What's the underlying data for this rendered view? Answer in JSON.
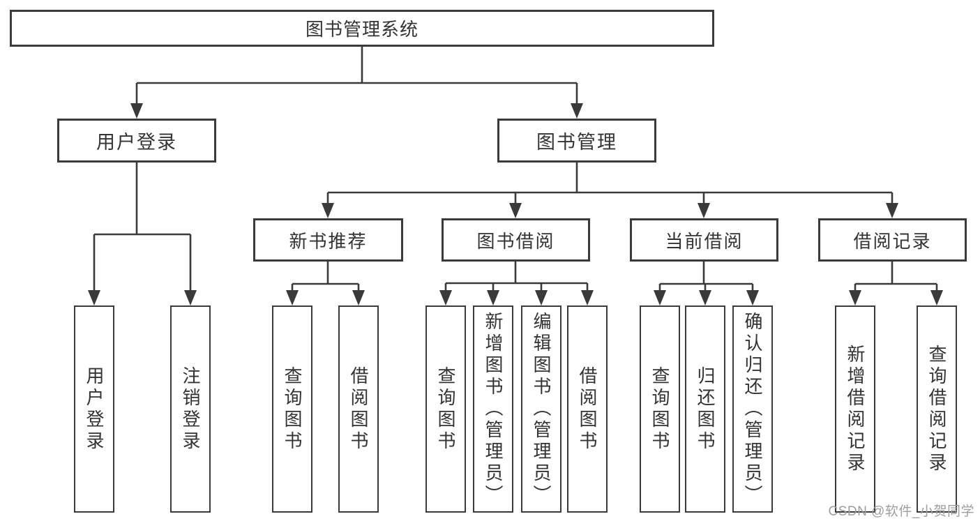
{
  "title": "图书管理系统",
  "level2": [
    {
      "label": "用户登录"
    },
    {
      "label": "图书管理"
    }
  ],
  "level3": [
    {
      "label": "新书推荐"
    },
    {
      "label": "图书借阅"
    },
    {
      "label": "当前借阅"
    },
    {
      "label": "借阅记录"
    }
  ],
  "leaves": {
    "user": [
      "用户登录",
      "注销登录"
    ],
    "newbook": [
      "查询图书",
      "借阅图书"
    ],
    "borrow": [
      "查询图书",
      "新增图书（管理员）",
      "编辑图书（管理员）",
      "借阅图书"
    ],
    "current": [
      "查询图书",
      "归还图书",
      "确认归还（管理员）"
    ],
    "record": [
      "新增借阅记录",
      "查询借阅记录"
    ]
  },
  "watermark": "CSDN @软件_小贺同学",
  "colors": {
    "line": "#3a3a3a",
    "box_border": "#3a3a3a",
    "text": "#333333",
    "watermark": "#9e9e9e",
    "background": "#ffffff"
  }
}
